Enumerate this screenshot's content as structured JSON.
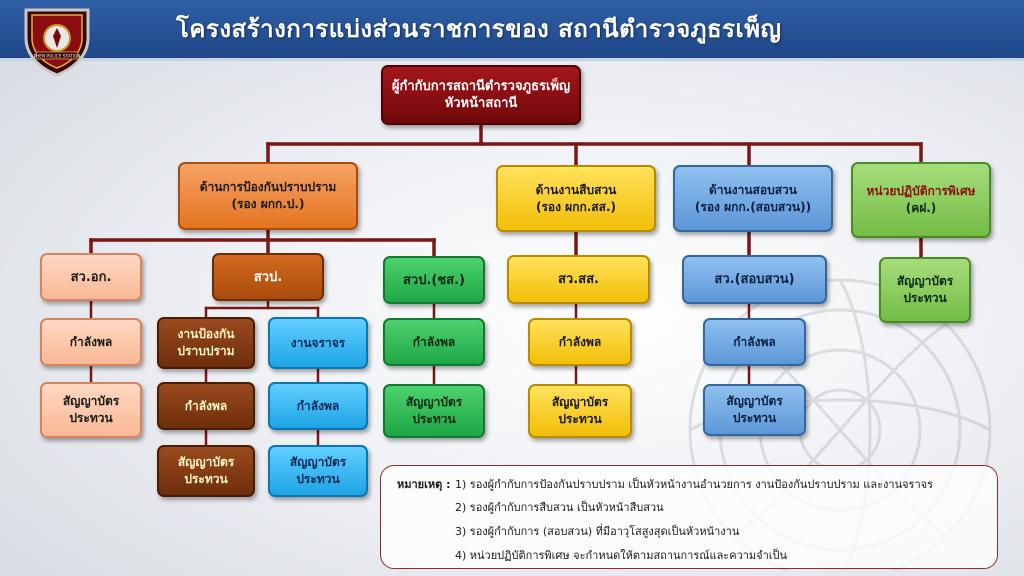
{
  "header": {
    "title": "โครงสร้างการแบ่งส่วนราชการของ สถานีตำรวจภูธรเพ็ญ",
    "logo_text": "PHEN POLICE STATION"
  },
  "colors": {
    "header_bg": "#1f4788",
    "connector": "#7a1616",
    "top_box": "#8e0f12"
  },
  "org": {
    "top": {
      "line1": "ผู้กำกับการสถานีตำรวจภูธรเพ็ญ",
      "line2": "หัวหน้าสถานี"
    },
    "divisions": {
      "prevention": {
        "line1": "ด้านการป้องกันปราบปราม",
        "line2": "(รอง ผกก.ป.)"
      },
      "investigation": {
        "line1": "ด้านงานสืบสวน",
        "line2": "(รอง ผกก.สส.)"
      },
      "inquiry": {
        "line1": "ด้านงานสอบสวน",
        "line2": "(รอง ผกก.(สอบสวน))"
      },
      "special": {
        "line1": "หน่วยปฏิบัติการพิเศษ",
        "line2": "(คฝ.)"
      }
    },
    "sub": {
      "sawor": "สว.อก.",
      "sawp": "สวป.",
      "sawp_ss": "สวป.(ชส.)",
      "saw_ss": "สว.สส.",
      "saw_inquiry": "สว.(สอบสวน)",
      "prevention_unit": {
        "line1": "งานป้องกัน",
        "line2": "ปราบปราม"
      },
      "traffic": "งานจราจร"
    },
    "personnel": "กำลังพล",
    "staffing": {
      "line1": "สัญญาบัตร",
      "line2": "ประทวน"
    }
  },
  "note": {
    "label": "หมายเหตุ :",
    "lines": [
      "1) รองผู้กำกับการป้องกันปราบปราม เป็นหัวหน้างานอำนวยการ  งานป้องกันปราบปราม และงานจราจร",
      "2) รองผู้กำกับการสืบสวน เป็นหัวหน้าสืบสวน",
      "3) รองผู้กำกับการ (สอบสวน) ที่มีอาวุโสสูงสุดเป็นหัวหน้างาน",
      "4) หน่วยปฏิบัติการพิเศษ จะกำหนดให้ตามสถานการณ์และความจำเป็น"
    ]
  }
}
